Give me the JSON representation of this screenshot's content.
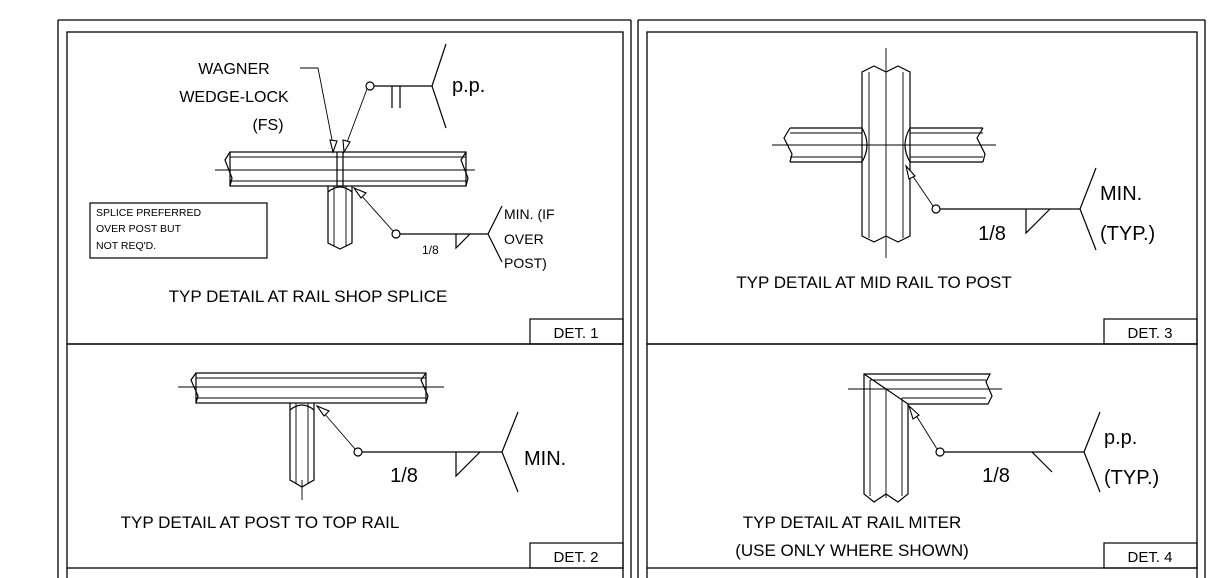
{
  "details": [
    {
      "id": "det-1",
      "tag": "DET. 1",
      "title": "TYP DETAIL AT RAIL SHOP SPLICE",
      "callout_lines": [
        "WAGNER",
        "WEDGE-LOCK",
        "(FS)"
      ],
      "note_lines": [
        "SPLICE PREFERRED",
        "OVER POST BUT",
        "NOT REQ'D."
      ],
      "weld_top_note": "p.p.",
      "weld_size": "1/8",
      "weld_note_lines": [
        "MIN. (IF",
        "OVER",
        "POST)"
      ]
    },
    {
      "id": "det-2",
      "tag": "DET. 2",
      "title": "TYP DETAIL AT POST TO TOP RAIL",
      "weld_size": "1/8",
      "weld_note_lines": [
        "MIN."
      ]
    },
    {
      "id": "det-3",
      "tag": "DET. 3",
      "title": "TYP DETAIL AT MID RAIL TO POST",
      "weld_size": "1/8",
      "weld_note_lines": [
        "MIN.",
        "(TYP.)"
      ]
    },
    {
      "id": "det-4",
      "tag": "DET. 4",
      "title_lines": [
        "TYP DETAIL AT RAIL MITER",
        "(USE ONLY WHERE SHOWN)"
      ],
      "weld_size": "1/8",
      "weld_note_lines": [
        "p.p.",
        "(TYP.)"
      ]
    }
  ]
}
